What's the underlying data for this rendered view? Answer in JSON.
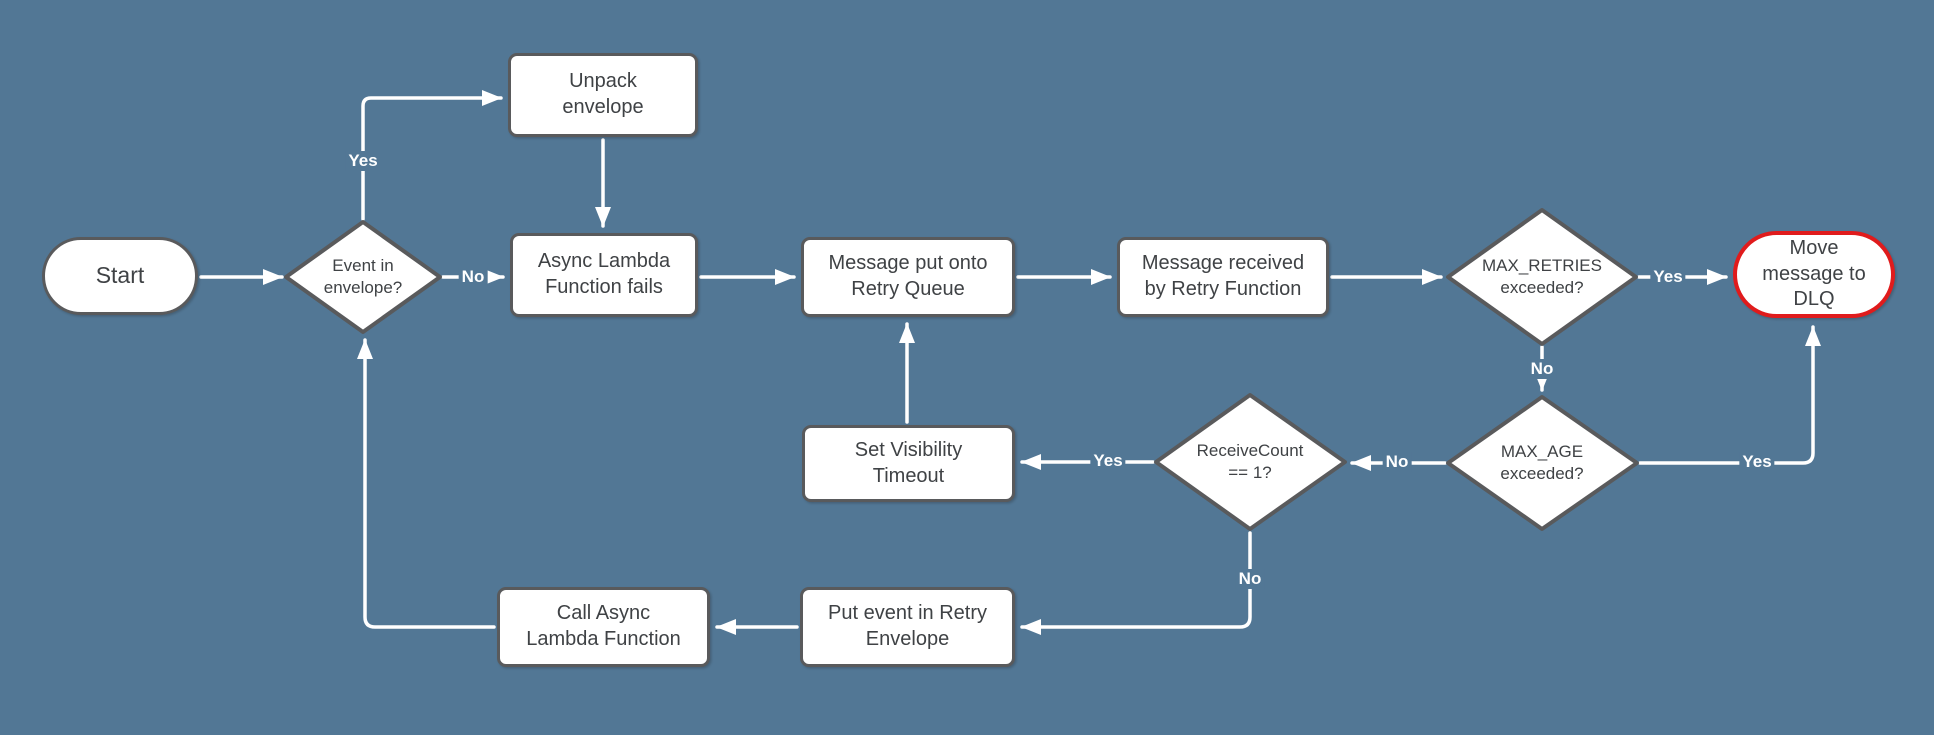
{
  "colors": {
    "canvas_background": "#527795",
    "node_fill": "#ffffff",
    "node_border": "#595a5c",
    "node_text": "#3f4245",
    "connector": "#ffffff",
    "connector_label_text": "#ffffff",
    "dlq_border": "#e01b1c"
  },
  "diagram": {
    "nodes": {
      "start": {
        "type": "terminator",
        "label": "Start"
      },
      "event_in_envelope": {
        "type": "decision",
        "label": "Event in\nenvelope?"
      },
      "unpack_envelope": {
        "type": "process",
        "label": "Unpack\nenvelope"
      },
      "async_lambda_fails": {
        "type": "process",
        "label": "Async Lambda\nFunction fails"
      },
      "message_put_retry_queue": {
        "type": "process",
        "label": "Message put onto\nRetry Queue"
      },
      "message_received_retry_function": {
        "type": "process",
        "label": "Message received\nby Retry Function"
      },
      "max_retries_exceeded": {
        "type": "decision",
        "label": "MAX_RETRIES\nexceeded?"
      },
      "move_message_to_dlq": {
        "type": "terminator",
        "label": "Move\nmessage to\nDLQ"
      },
      "max_age_exceeded": {
        "type": "decision",
        "label": "MAX_AGE\nexceeded?"
      },
      "receive_count": {
        "type": "decision",
        "label": "ReceiveCount\n== 1?"
      },
      "set_visibility_timeout": {
        "type": "process",
        "label": "Set Visibility\nTimeout"
      },
      "put_event_retry_envelope": {
        "type": "process",
        "label": "Put event in Retry\nEnvelope"
      },
      "call_async_lambda": {
        "type": "process",
        "label": "Call Async\nLambda Function"
      }
    },
    "edge_labels": {
      "event_yes": "Yes",
      "event_no": "No",
      "max_retries_yes": "Yes",
      "max_retries_no": "No",
      "max_age_yes": "Yes",
      "max_age_no": "No",
      "receive_count_yes": "Yes",
      "receive_count_no": "No"
    }
  }
}
